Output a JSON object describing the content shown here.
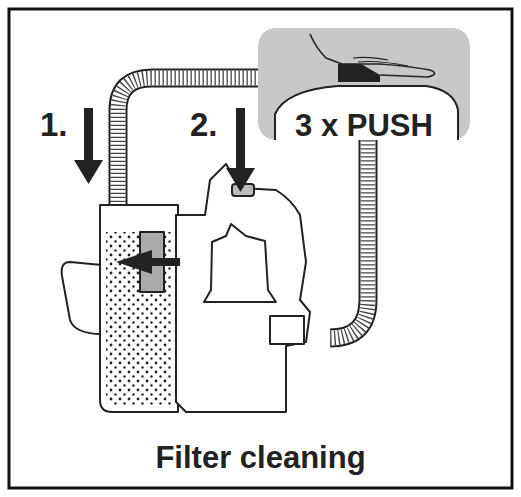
{
  "diagram": {
    "caption": "Filter cleaning",
    "nodes": [
      {
        "text": [
          "3 x PUSH"
        ]
      }
    ],
    "labels": [
      "1.",
      "2."
    ]
  }
}
